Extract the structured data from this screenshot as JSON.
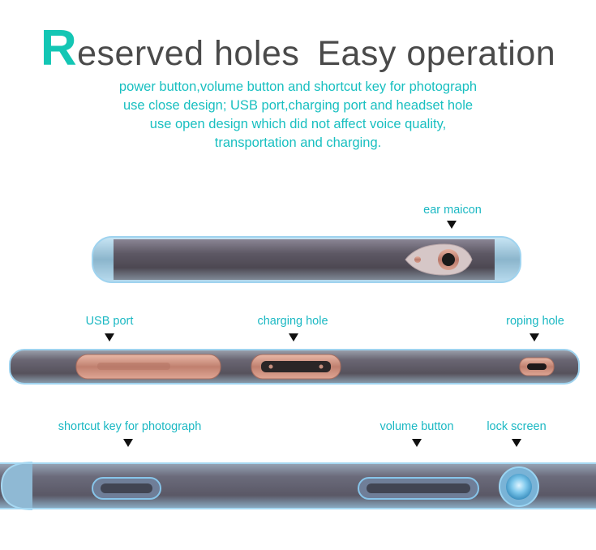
{
  "title": {
    "big_letter": "R",
    "part1": "eserved holes",
    "part2": "Easy operation"
  },
  "description": [
    "power button,volume button and shortcut key for photograph",
    "use close design; USB port,charging port and headset hole",
    "use open design which did not affect voice quality,",
    "transportation and charging."
  ],
  "labels": {
    "ear": "ear maicon",
    "usb": "USB port",
    "charging": "charging hole",
    "roping": "roping hole",
    "shortcut": "shortcut key for photograph",
    "volume": "volume button",
    "lock": "lock screen"
  },
  "colors": {
    "accent_teal": "#13c6b4",
    "label_cyan": "#1bb8c3",
    "phone_body": "#5a5560",
    "case_edge": "#9ed4f0",
    "copper": "#c98a78"
  }
}
